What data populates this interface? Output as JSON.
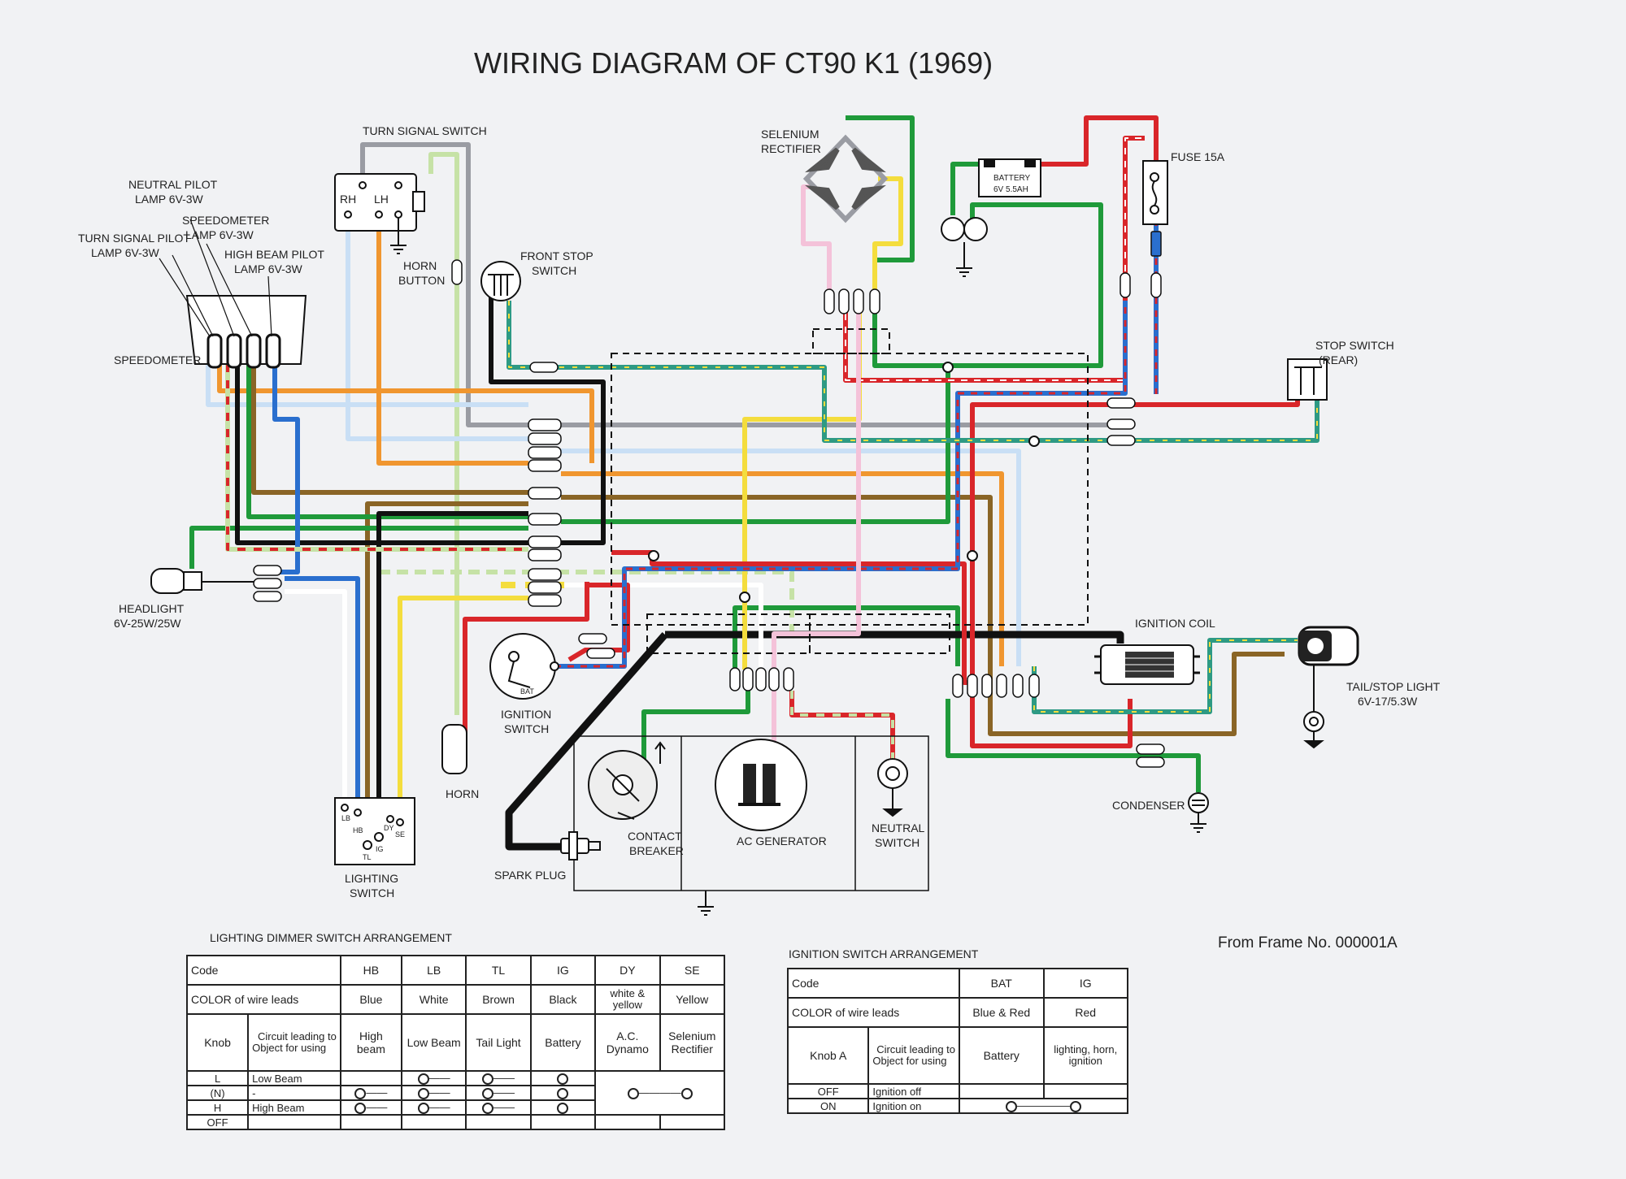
{
  "title": "WIRING DIAGRAM OF CT90 K1 (1969)",
  "frame_note": "From Frame No. 000001A",
  "labels": {
    "turn_signal_switch": "TURN SIGNAL SWITCH",
    "rh": "RH",
    "lh": "LH",
    "horn_button": [
      "HORN",
      "BUTTON"
    ],
    "neutral_pilot": [
      "NEUTRAL PILOT",
      "LAMP 6V-3W"
    ],
    "speedometer_lamp": [
      "SPEEDOMETER",
      "LAMP 6V-3W"
    ],
    "turn_signal_pilot": [
      "TURN SIGNAL PILOT",
      "LAMP 6V-3W"
    ],
    "high_beam_pilot": [
      "HIGH BEAM PILOT",
      "LAMP 6V-3W"
    ],
    "speedometer": "SPEEDOMETER",
    "front_stop_switch": [
      "FRONT STOP",
      "SWITCH"
    ],
    "selenium_rectifier": [
      "SELENIUM",
      "RECTIFIER"
    ],
    "battery": [
      "BATTERY",
      "6V 5.5AH"
    ],
    "fuse": "FUSE 15A",
    "stop_switch_rear": [
      "STOP SWITCH",
      "(REAR)"
    ],
    "headlight": [
      "HEADLIGHT",
      "6V-25W/25W"
    ],
    "ignition_switch": [
      "IGNITION",
      "SWITCH"
    ],
    "bat": "BAT",
    "horn": "HORN",
    "ignition_coil": "IGNITION COIL",
    "tail_stop_light": [
      "TAIL/STOP LIGHT",
      "6V-17/5.3W"
    ],
    "condenser": "CONDENSER",
    "contact_breaker": [
      "CONTACT",
      "BREAKER"
    ],
    "ac_generator": "AC GENERATOR",
    "neutral_switch": [
      "NEUTRAL",
      "SWITCH"
    ],
    "spark_plug": "SPARK PLUG",
    "lighting_switch": [
      "LIGHTING",
      "SWITCH"
    ],
    "lighting_switch_pins": [
      "LB",
      "HB",
      "TL",
      "IG",
      "DY",
      "SE"
    ]
  },
  "dimmer_table": {
    "caption": "LIGHTING DIMMER SWITCH ARRANGEMENT",
    "code_label": "Code",
    "codes": [
      "HB",
      "LB",
      "TL",
      "IG",
      "DY",
      "SE"
    ],
    "color_label": "COLOR of wire leads",
    "colors": [
      "Blue",
      "White",
      "Brown",
      "Black",
      "white & yellow",
      "Yellow"
    ],
    "knob_label": "Knob",
    "circuit_label": "Circuit leading to",
    "object_label": "Object for using",
    "objects": [
      "High beam",
      "Low Beam",
      "Tail Light",
      "Battery",
      "A.C. Dynamo",
      "Selenium Rectifier"
    ],
    "rows": [
      {
        "knob": "L",
        "desc": "Low Beam"
      },
      {
        "knob": "(N)",
        "desc": "-"
      },
      {
        "knob": "H",
        "desc": "High Beam"
      },
      {
        "knob": "OFF",
        "desc": ""
      }
    ]
  },
  "ignition_table": {
    "caption": "IGNITION SWITCH ARRANGEMENT",
    "code_label": "Code",
    "codes": [
      "BAT",
      "IG"
    ],
    "color_label": "COLOR of wire leads",
    "colors": [
      "Blue & Red",
      "Red"
    ],
    "knob_label": "Knob A",
    "circuit_label": "Circuit leading to",
    "object_label": "Object for using",
    "objects": [
      "Battery",
      "lighting, horn, ignition"
    ],
    "rows": [
      {
        "knob": "OFF",
        "desc": "Ignition off"
      },
      {
        "knob": "ON",
        "desc": "Ignition on"
      }
    ]
  },
  "wire_colors": {
    "black": "#111111",
    "red": "#d9262a",
    "green": "#1f9a3a",
    "blue": "#2a6fce",
    "light_blue": "#c9dff5",
    "orange": "#f0962f",
    "yellow": "#f4dd3d",
    "brown": "#8a6526",
    "gray": "#9a9ca3",
    "light_green": "#c6e2a6",
    "pink": "#f4c2d9",
    "white": "#ffffff",
    "teal": "#2e9a84"
  }
}
